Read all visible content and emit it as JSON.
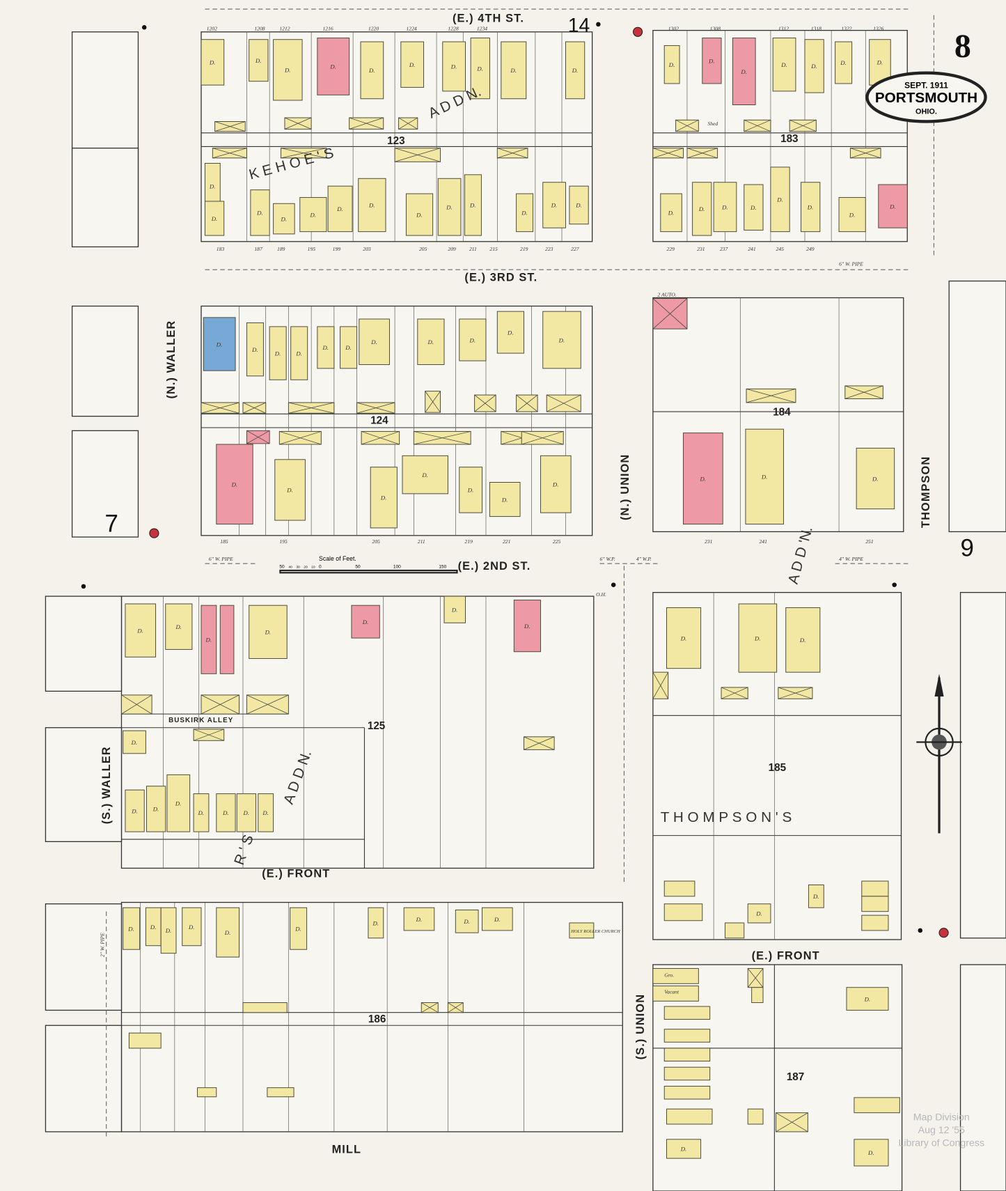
{
  "sheet": {
    "number": "8",
    "adjoining_left": "7",
    "adjoining_right": "9",
    "adjoining_top": "14"
  },
  "title": {
    "date": "SEPT. 1911",
    "city": "PORTSMOUTH",
    "state": "OHIO."
  },
  "streets": {
    "fourth": "(E.) 4TH ST.",
    "third": "(E.) 3RD ST.",
    "second": "(E.) 2ND ST.",
    "front_left": "(E.) FRONT",
    "front_right": "(E.) FRONT",
    "mill": "MILL",
    "n_waller": "(N.) WALLER",
    "s_waller": "(S.) WALLER",
    "n_union": "(N.) UNION",
    "s_union": "(S.) UNION",
    "thompson": "THOMPSON",
    "buskirk": "BUSKIRK ALLEY"
  },
  "blocks": [
    "123",
    "183",
    "124",
    "184",
    "125",
    "185",
    "186",
    "187"
  ],
  "additions": [
    "K E H O E ' S",
    "A D D N.",
    "T H O M P S O N ' S",
    "A D D 'N.",
    "R ' S",
    "A D D N."
  ],
  "scale": {
    "title": "Scale of Feet.",
    "ticks": [
      "50",
      "40",
      "30",
      "20",
      "10",
      "0",
      "50",
      "100",
      "150"
    ]
  },
  "pipes": [
    "6\" W. PIPE",
    "4\" W. PIPE",
    "2\" W. PIPE",
    "6\" W.P.",
    "4\" W.P."
  ],
  "labels": {
    "dwelling": "D.",
    "church": "HOLY ROLLER CHURCH",
    "grocery": "Gro.",
    "vacant": "Vacant",
    "shed": "Shed",
    "hydrant": "O.H.",
    "auto": "2 AUTO."
  },
  "addresses_4th": [
    "1202",
    "1208",
    "1212",
    "1216",
    "1220",
    "1224",
    "1228",
    "1234",
    "1302",
    "1308",
    "1312",
    "1318",
    "1322",
    "1326"
  ],
  "addresses_3rd": [
    "183",
    "187",
    "189",
    "195",
    "199",
    "203",
    "205",
    "209",
    "211",
    "215",
    "219",
    "223",
    "227",
    "229",
    "231",
    "237",
    "241",
    "245",
    "249"
  ],
  "addresses_2nd": [
    "185",
    "195",
    "205",
    "211",
    "219",
    "221",
    "225",
    "231",
    "241",
    "251"
  ],
  "stamp": [
    "Map Division",
    "Aug 12 '55",
    "Library of Congress"
  ],
  "colors": {
    "paper": "#f4f2eb",
    "frame_brick": "#f3e7a4",
    "brick": "#ee9aa6",
    "stone": "#78a9d6",
    "hydrant": "#c8323c"
  }
}
